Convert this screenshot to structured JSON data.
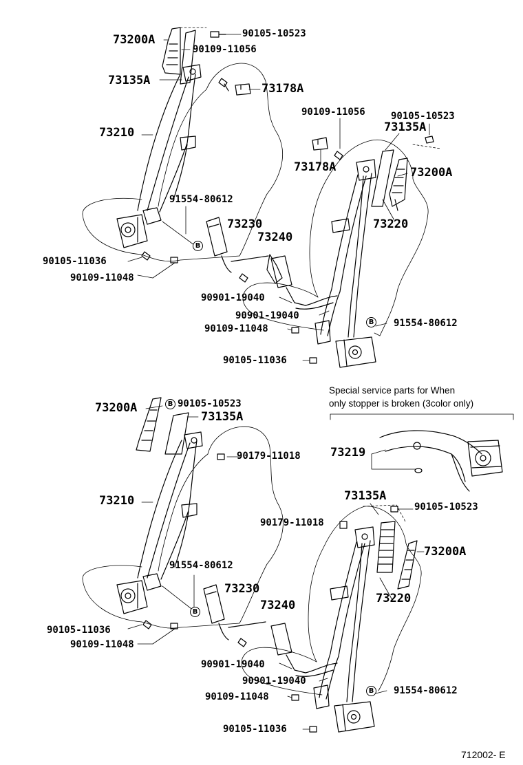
{
  "diagram_code": "712002- E",
  "special_note": {
    "line1": "Special service parts for When",
    "line2": "only stopper is broken (3color only)"
  },
  "bolt_marker": "B",
  "labels": {
    "top_left": {
      "p73200A": "73200A",
      "p90105_10523": "90105-10523",
      "p90109_11056": "90109-11056",
      "p73135A": "73135A",
      "p73178A": "73178A",
      "p73210": "73210",
      "p91554_80612": "91554-80612",
      "p73230": "73230",
      "p73240": "73240",
      "p90105_11036": "90105-11036",
      "p90109_11048": "90109-11048"
    },
    "top_right": {
      "p90109_11056": "90109-11056",
      "p90105_10523": "90105-10523",
      "p73135A": "73135A",
      "p73178A": "73178A",
      "p73200A": "73200A",
      "p73220": "73220",
      "p90901_19040_a": "90901-19040",
      "p90901_19040_b": "90901-19040",
      "p91554_80612": "91554-80612",
      "p90109_11048": "90109-11048",
      "p90105_11036": "90105-11036"
    },
    "bottom_left": {
      "p73200A": "73200A",
      "p90105_10523": "90105-10523",
      "p73135A": "73135A",
      "p90179_11018": "90179-11018",
      "p73210": "73210",
      "p91554_80612": "91554-80612",
      "p73230": "73230",
      "p73240": "73240",
      "p90105_11036": "90105-11036",
      "p90109_11048": "90109-11048"
    },
    "bottom_right": {
      "p73219": "73219",
      "p73135A": "73135A",
      "p90105_10523": "90105-10523",
      "p90179_11018": "90179-11018",
      "p73200A": "73200A",
      "p73220": "73220",
      "p90901_19040_a": "90901-19040",
      "p90901_19040_b": "90901-19040",
      "p91554_80612": "91554-80612",
      "p90109_11048": "90109-11048",
      "p90105_11036": "90105-11036"
    }
  },
  "icons": {
    "bolt": "bolt-icon",
    "retractor": "retractor-icon",
    "buckle": "buckle-icon",
    "anchor": "anchor-plate-icon",
    "cover": "cover-icon",
    "adjuster": "height-adjuster-icon"
  }
}
